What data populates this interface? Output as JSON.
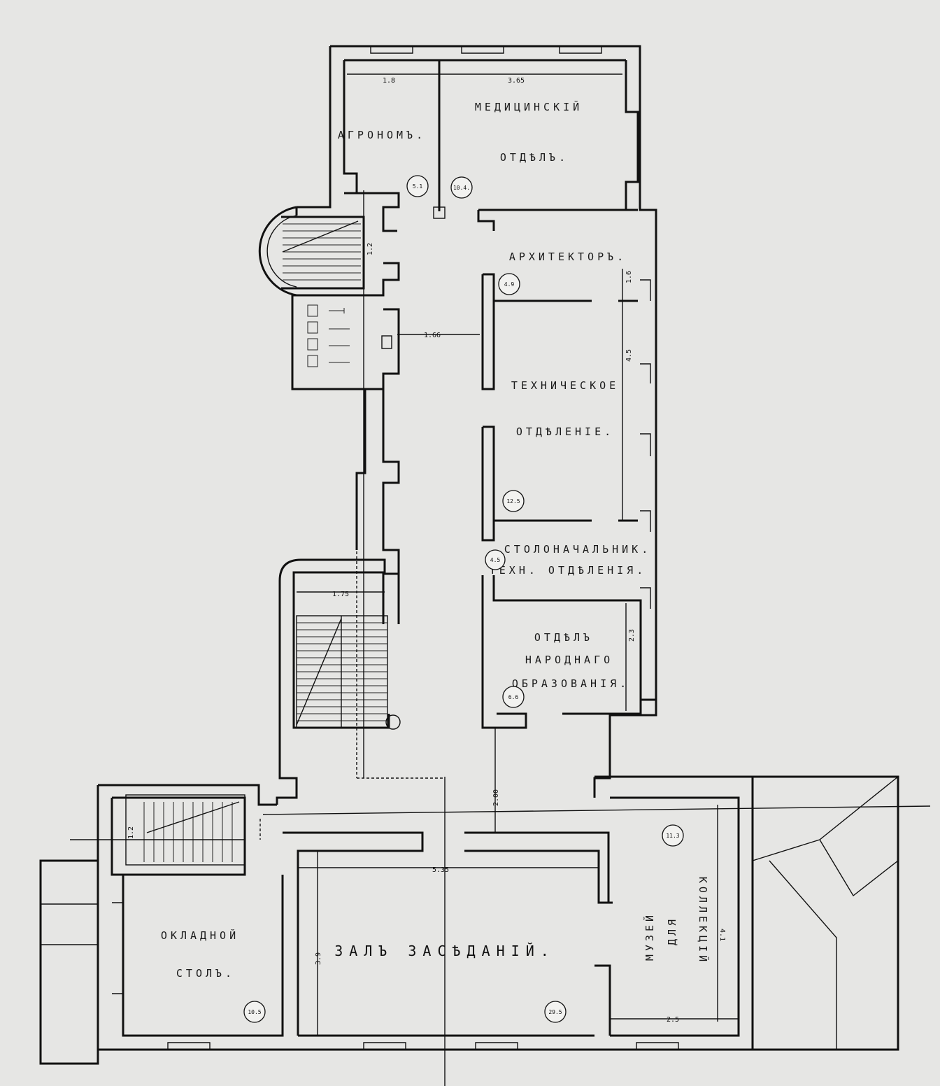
{
  "rooms": {
    "agronom": "АГРОНОМЪ.",
    "medical_1": "МЕДИЦИНСКIЙ",
    "medical_2": "ОТДѢЛЪ.",
    "architect": "АРХИТЕКТОРЪ.",
    "technical_1": "ТЕХНИЧЕСКОЕ",
    "technical_2": "ОТДѢЛЕНIЕ.",
    "clerk_1": "СТОЛОНАЧАЛЬНИК.",
    "clerk_2": "ТЕХН. ОТДѢЛЕНIЯ.",
    "education_1": "ОТДѢЛЪ",
    "education_2": "НАРОДНАГО",
    "education_3": "ОБРАЗОВАНIЯ.",
    "salary_1": "ОКЛАДНОЙ",
    "salary_2": "СТОЛЪ.",
    "hall": "ЗАЛЪ ЗАСѢДАНIЙ.",
    "museum_1": "МУЗЕЙ",
    "museum_2": "ДЛЯ",
    "museum_3": "КОЛЛЕКЦIЙ"
  },
  "areas": {
    "agronom": "5.1",
    "medical": "10.4.",
    "architect": "4.9",
    "technical": "12.5",
    "clerk": "4.5",
    "education": "6.6",
    "salary": "10.5",
    "hall": "29.5",
    "museum": "11.3"
  },
  "dimensions": {
    "top_left": "1.8",
    "top_right": "3.65",
    "corridor": "1.66",
    "stair_width": "1.75",
    "stair_left_small": "1.2",
    "architect_side": "1.6",
    "technical_side": "4.5",
    "education_side": "2.3",
    "corridor_bottom": "2.00",
    "hall_width": "5.35",
    "hall_side": "3.9",
    "museum_width": "2.5",
    "museum_side": "4.1",
    "stair_small": "1.2"
  }
}
